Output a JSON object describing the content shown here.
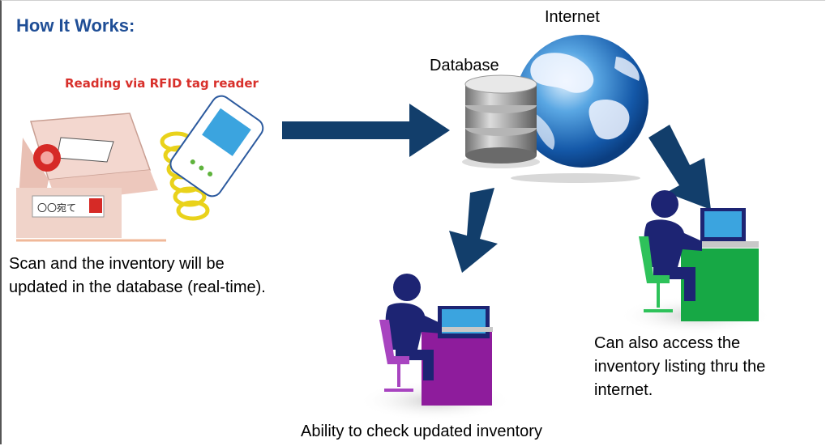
{
  "heading": "How It Works:",
  "labels": {
    "internet": "Internet",
    "database": "Database",
    "rfid_caption": "Reading via RFID tag reader",
    "box_label": "〇〇宛て",
    "scan_line1": "Scan and the inventory will be",
    "scan_line2": "updated in the database (real-time).",
    "access_line1": "Can also access the",
    "access_line2": "inventory listing thru the",
    "access_line3": "internet.",
    "check_line1": "Ability to check updated inventory"
  },
  "colors": {
    "heading": "#1f4e96",
    "arrow": "#123e6b",
    "rfid_caption": "#d8302b",
    "desk_purple": "#8e1c9c",
    "desk_green": "#17a845",
    "person": "#1d2473"
  },
  "icons": [
    "rfid-box-icon",
    "rfid-reader-icon",
    "database-icon",
    "globe-icon",
    "person-desk-purple-icon",
    "person-desk-green-icon"
  ]
}
